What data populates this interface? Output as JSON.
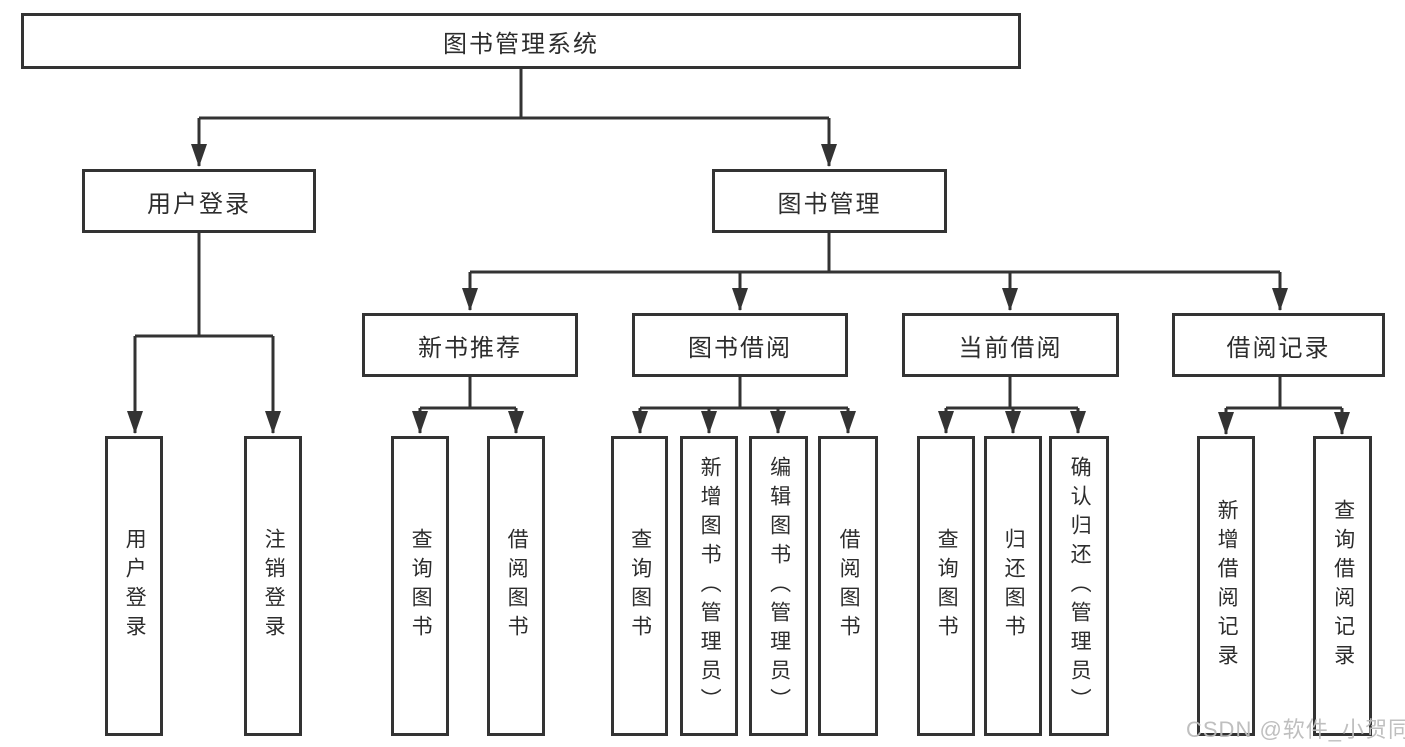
{
  "diagram": {
    "title_node": "图书管理系统",
    "branches": [
      {
        "label": "用户登录",
        "children": [
          "用户登录",
          "注销登录"
        ]
      },
      {
        "label": "图书管理",
        "children": [
          {
            "label": "新书推荐",
            "children": [
              "查询图书",
              "借阅图书"
            ]
          },
          {
            "label": "图书借阅",
            "children": [
              "查询图书",
              "新增图书（管理员）",
              "编辑图书（管理员）",
              "借阅图书"
            ]
          },
          {
            "label": "当前借阅",
            "children": [
              "查询图书",
              "归还图书",
              "确认归还（管理员）"
            ]
          },
          {
            "label": "借阅记录",
            "children": [
              "新增借阅记录",
              "查询借阅记录"
            ]
          }
        ]
      }
    ]
  },
  "watermark": {
    "text": "CSDN @软件_小贺同学"
  },
  "colors": {
    "line": "#333333",
    "node_border": "#333333",
    "text": "#2d2d2d",
    "watermark": "#bdbdbd",
    "background": "#ffffff"
  }
}
